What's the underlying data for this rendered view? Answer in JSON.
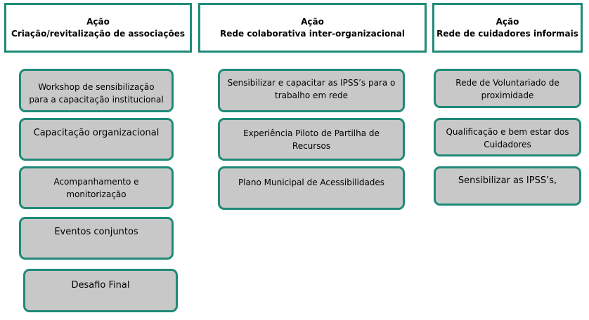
{
  "columns": [
    {
      "header_action": "Ação",
      "header_title": "Criação/revitalização de associações",
      "items": [
        "Workshop de sensibilização para a capacitação institucional",
        "Capacitação organizacional",
        "Acompanhamento e monitorização",
        "Eventos conjuntos",
        "Desafio Final"
      ]
    },
    {
      "header_action": "Ação",
      "header_title": "Rede colaborativa inter-organizacional",
      "items": [
        "Sensibilizar e capacitar as IPSS’s para o trabalho em rede",
        "Experiência Piloto de Partilha de Recursos",
        "Plano Municipal de Acessibilidades"
      ]
    },
    {
      "header_action": "Ação",
      "header_title": "Rede de cuidadores informais",
      "items": [
        "Rede de Voluntariado de proximidade",
        "Qualificação e bem estar dos Cuidadores",
        "Sensibilizar as IPSS’s,"
      ]
    }
  ],
  "colors": {
    "border": "#1f8a78",
    "box_fill": "#c8c8c8"
  }
}
